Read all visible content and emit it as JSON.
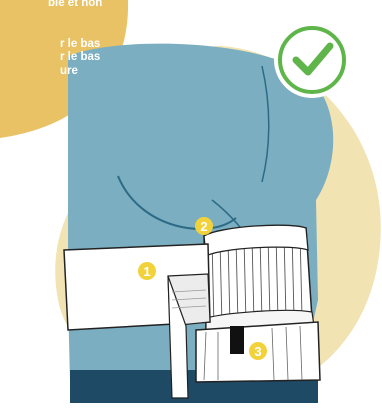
{
  "caption": {
    "line1": "ble et non",
    "line2": "r le bas",
    "line3": "r le bas",
    "line4": "ure"
  },
  "markers": [
    "1",
    "2",
    "3"
  ],
  "colors": {
    "badge_yellow": "#e9c266",
    "background_blob": "#f2e3b3",
    "body_teal": "#7aaec0",
    "check_green": "#5fb54a",
    "navy": "#1f4a66",
    "marker": "#f2d23a"
  },
  "icons": [
    "check-icon"
  ]
}
